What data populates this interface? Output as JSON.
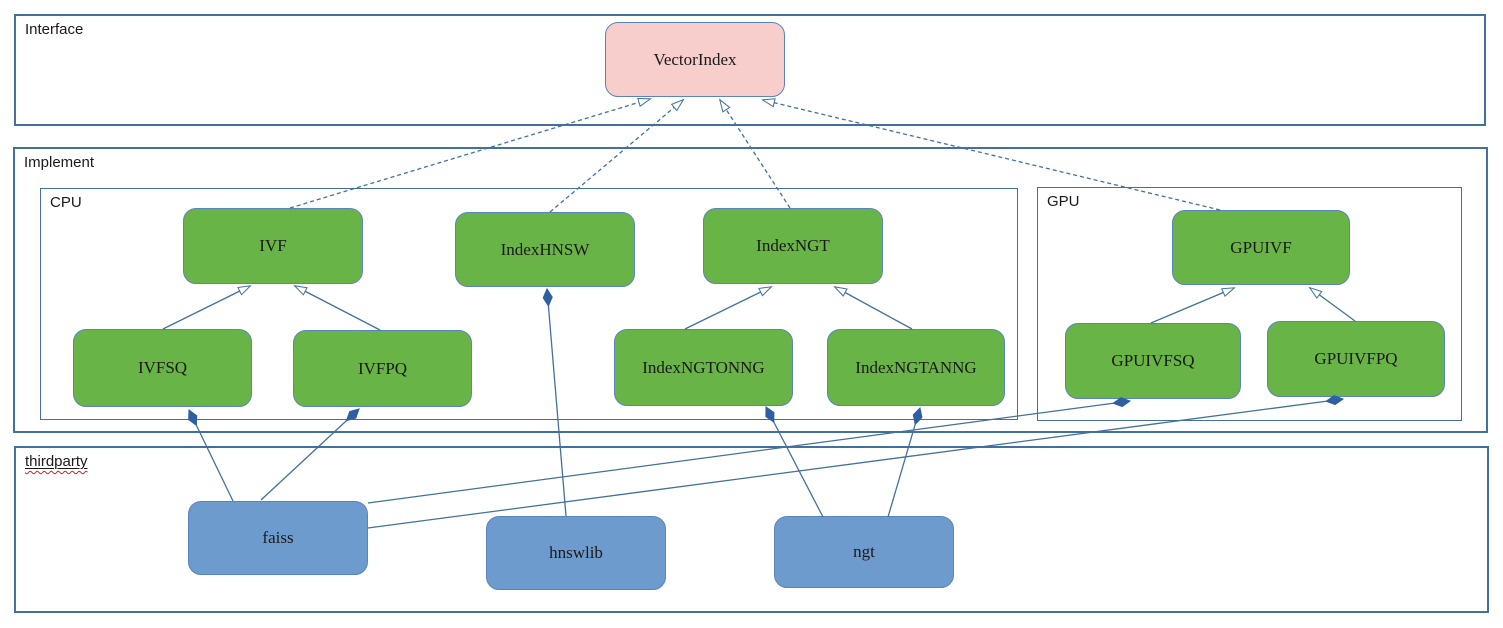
{
  "diagram": {
    "containers": {
      "interface": {
        "label": "Interface"
      },
      "implement": {
        "label": "Implement"
      },
      "cpu": {
        "label": "CPU"
      },
      "gpu": {
        "label": "GPU"
      },
      "thirdparty": {
        "label": "thirdparty",
        "spellcheck_underline": true
      }
    },
    "nodes": {
      "vectorindex": {
        "label": "VectorIndex",
        "kind": "interface",
        "container": "interface"
      },
      "ivf": {
        "label": "IVF",
        "kind": "class",
        "container": "cpu"
      },
      "indexhnsw": {
        "label": "IndexHNSW",
        "kind": "class",
        "container": "cpu"
      },
      "indexngt": {
        "label": "IndexNGT",
        "kind": "class",
        "container": "cpu"
      },
      "ivfsq": {
        "label": "IVFSQ",
        "kind": "class",
        "container": "cpu"
      },
      "ivfpq": {
        "label": "IVFPQ",
        "kind": "class",
        "container": "cpu"
      },
      "indexngtonng": {
        "label": "IndexNGTONNG",
        "kind": "class",
        "container": "cpu"
      },
      "indexngtanng": {
        "label": "IndexNGTANNG",
        "kind": "class",
        "container": "cpu"
      },
      "gpuivf": {
        "label": "GPUIVF",
        "kind": "class",
        "container": "gpu"
      },
      "gpuivfsq": {
        "label": "GPUIVFSQ",
        "kind": "class",
        "container": "gpu"
      },
      "gpuivfpq": {
        "label": "GPUIVFPQ",
        "kind": "class",
        "container": "gpu"
      },
      "faiss": {
        "label": "faiss",
        "kind": "library",
        "container": "thirdparty"
      },
      "hnswlib": {
        "label": "hnswlib",
        "kind": "library",
        "container": "thirdparty"
      },
      "ngt": {
        "label": "ngt",
        "kind": "library",
        "container": "thirdparty"
      }
    },
    "edges": [
      {
        "from": "IVF",
        "to": "VectorIndex",
        "relation": "realization",
        "line": "dashed",
        "marker": "hollow-triangle"
      },
      {
        "from": "IndexHNSW",
        "to": "VectorIndex",
        "relation": "realization",
        "line": "dashed",
        "marker": "hollow-triangle"
      },
      {
        "from": "IndexNGT",
        "to": "VectorIndex",
        "relation": "realization",
        "line": "dashed",
        "marker": "hollow-triangle"
      },
      {
        "from": "GPUIVF",
        "to": "VectorIndex",
        "relation": "realization",
        "line": "dashed",
        "marker": "hollow-triangle"
      },
      {
        "from": "IVFSQ",
        "to": "IVF",
        "relation": "generalization",
        "line": "solid",
        "marker": "hollow-triangle"
      },
      {
        "from": "IVFPQ",
        "to": "IVF",
        "relation": "generalization",
        "line": "solid",
        "marker": "hollow-triangle"
      },
      {
        "from": "IndexNGTONNG",
        "to": "IndexNGT",
        "relation": "generalization",
        "line": "solid",
        "marker": "hollow-triangle"
      },
      {
        "from": "IndexNGTANNG",
        "to": "IndexNGT",
        "relation": "generalization",
        "line": "solid",
        "marker": "hollow-triangle"
      },
      {
        "from": "GPUIVFSQ",
        "to": "GPUIVF",
        "relation": "generalization",
        "line": "solid",
        "marker": "hollow-triangle"
      },
      {
        "from": "GPUIVFPQ",
        "to": "GPUIVF",
        "relation": "generalization",
        "line": "solid",
        "marker": "hollow-triangle"
      },
      {
        "from": "hnswlib",
        "to": "IndexHNSW",
        "relation": "composition",
        "line": "solid",
        "marker": "filled-diamond"
      },
      {
        "from": "faiss",
        "to": "IVFSQ",
        "relation": "composition",
        "line": "solid",
        "marker": "filled-diamond"
      },
      {
        "from": "faiss",
        "to": "IVFPQ",
        "relation": "composition",
        "line": "solid",
        "marker": "filled-diamond"
      },
      {
        "from": "ngt",
        "to": "IndexNGTONNG",
        "relation": "composition",
        "line": "solid",
        "marker": "filled-diamond"
      },
      {
        "from": "ngt",
        "to": "IndexNGTANNG",
        "relation": "composition",
        "line": "solid",
        "marker": "filled-diamond"
      },
      {
        "from": "faiss",
        "to": "GPUIVFSQ",
        "relation": "composition",
        "line": "solid",
        "marker": "filled-diamond"
      },
      {
        "from": "faiss",
        "to": "GPUIVFPQ",
        "relation": "composition",
        "line": "solid",
        "marker": "filled-diamond"
      }
    ],
    "colors": {
      "canvas_bg": "#ffffff",
      "container_border": "#41719c",
      "node_border": "#5a84bd",
      "class_fill": "#69b446",
      "interface_fill": "#f8cecc",
      "library_fill": "#6e9bcd",
      "connector": "#41719c",
      "diamond_fill": "#2e5fa3",
      "text": "#1a1a1a",
      "spellcheck": "#cc2222"
    }
  }
}
